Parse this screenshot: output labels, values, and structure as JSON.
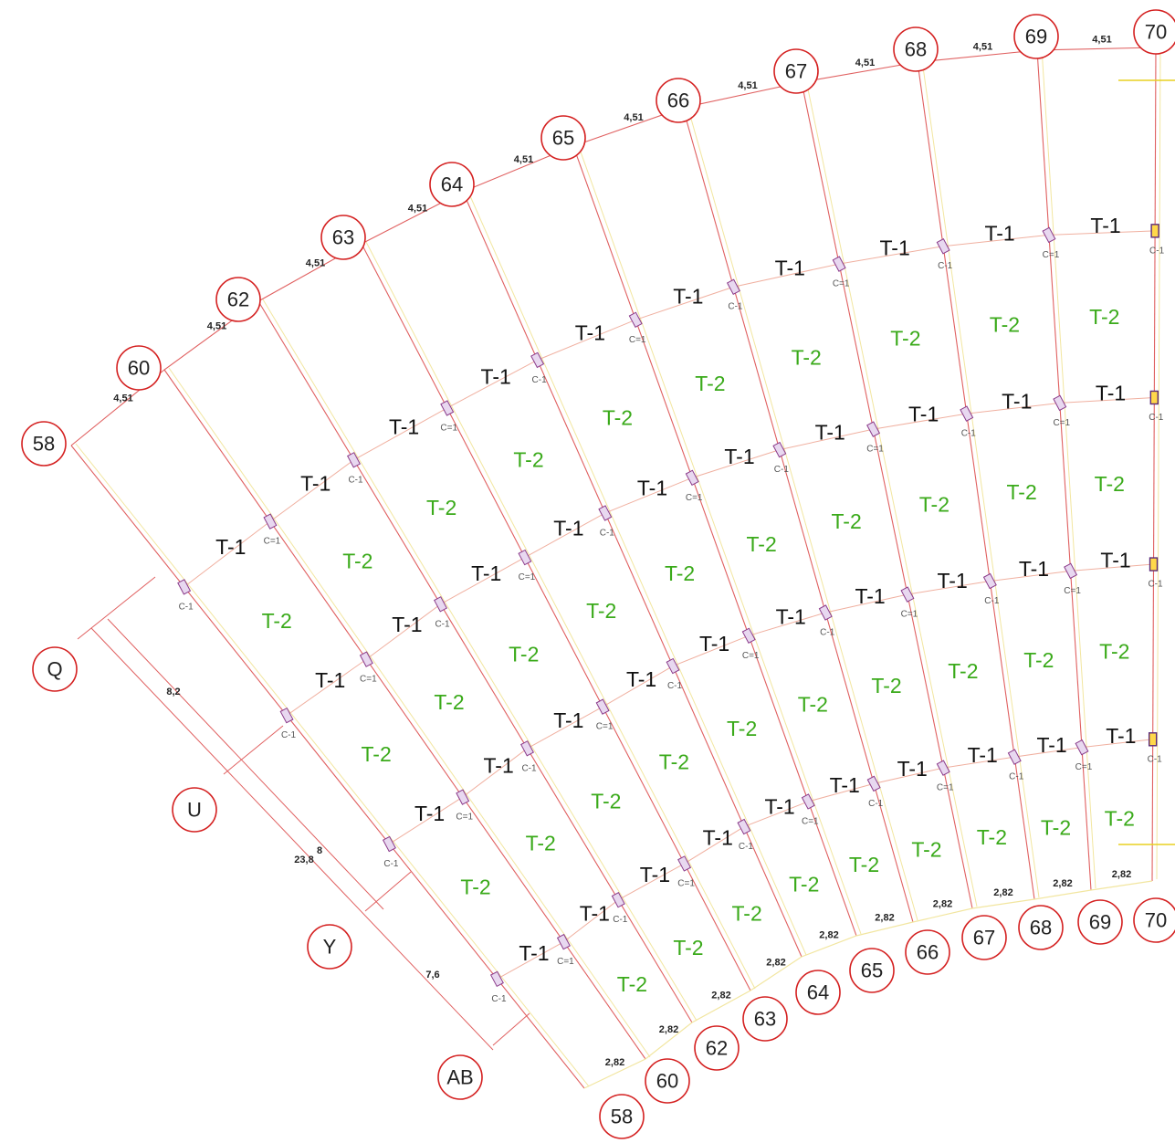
{
  "bubbles": {
    "radial_top": [
      "58",
      "60",
      "62",
      "63",
      "64",
      "65",
      "66",
      "67",
      "68",
      "69",
      "70"
    ],
    "radial_bottom": [
      "58",
      "60",
      "62",
      "63",
      "64",
      "65",
      "66",
      "67",
      "68",
      "69",
      "70"
    ],
    "rings": [
      "Q",
      "U",
      "Y",
      "AB"
    ]
  },
  "labels": {
    "beam_radial": "T-1",
    "beam_span": "T-2",
    "column": "C-1",
    "column_alt": "C=1",
    "outer_spacing": "4,51",
    "inner_spacing": "2,82",
    "ring_dims": [
      "8,2",
      "8",
      "23,8",
      "7,6"
    ]
  },
  "colors": {
    "grid_line": "#e06060",
    "ring_line": "#f0b0a0",
    "soft_line": "#f2e6a0",
    "bubble_stroke": "#d42020",
    "beam_t2": "#3aaa1a",
    "column_fill": "#e8d8f0",
    "edge_column_fill": "#ffd84a"
  }
}
